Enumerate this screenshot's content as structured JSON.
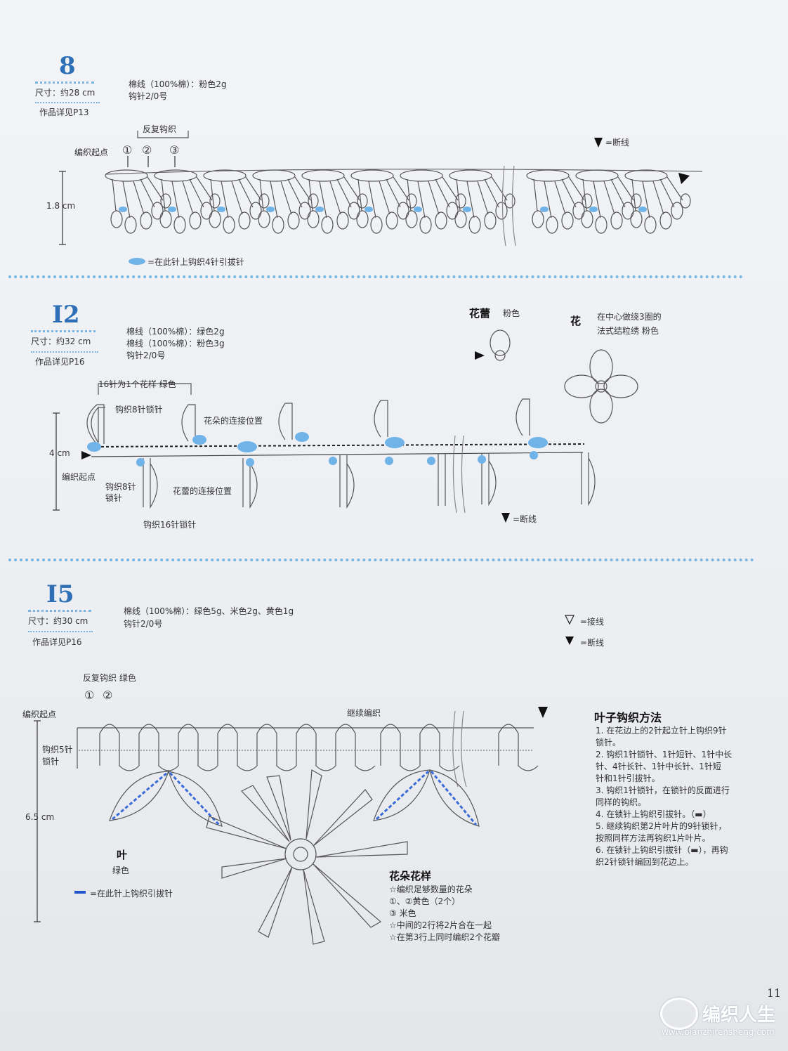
{
  "sections": [
    {
      "number": "8",
      "size": "尺寸：约28 cm",
      "detail": "作品详见P13",
      "materials": [
        "棉线（100%棉）：粉色2g",
        "钩针2/0号"
      ],
      "repeat": "反复钩织",
      "circles": [
        "①",
        "②",
        "③"
      ],
      "start": "编织起点",
      "height": "1.8 cm",
      "legend_end": "=断线",
      "legend_slip": "=在此针上钩织4针引拔针"
    },
    {
      "number": "I2",
      "size": "尺寸：约32 cm",
      "detail": "作品详见P16",
      "materials": [
        "棉线（100%棉）：绿色2g",
        "棉线（100%棉）：粉色3g",
        "钩针2/0号"
      ],
      "bud_title": "花蕾",
      "bud_color": "粉色",
      "flower_title": "花",
      "flower_desc": [
        "在中心做绕3圈的",
        "法式结粒绣   粉色"
      ],
      "pattern": "16针为1个花样   绿色",
      "chain8_top": "钩织8针锁针",
      "flower_link": "花朵的连接位置",
      "height": "4 cm",
      "start": "编织起点",
      "chain8_bottom": [
        "钩织8针",
        "锁针"
      ],
      "bud_link": "花蕾的连接位置",
      "chain16": "钩织16针锁针",
      "legend_end": "=断线"
    },
    {
      "number": "I5",
      "size": "尺寸：约30 cm",
      "detail": "作品详见P16",
      "materials": [
        "棉线（100%棉）：绿色5g、米色2g、黄色1g",
        "钩针2/0号"
      ],
      "legend_join": "=接线",
      "legend_end": "=断线",
      "repeat": "反复钩织   绿色",
      "circles": [
        "①",
        "②"
      ],
      "start": "编织起点",
      "continue": "继续编织",
      "chain5": [
        "钩织5针",
        "锁针"
      ],
      "height": "6.5 cm",
      "leaf_label": "叶",
      "leaf_color": "绿色",
      "legend_slip": "=在此针上钩织引拔针",
      "flower_title": "花朵花样",
      "flower_notes": [
        "☆编织足够数量的花朵",
        "①、②黄色（2个）",
        "③   米色",
        "☆中间的2行将2片合在一起",
        "☆在第3行上同时编织2个花瓣"
      ],
      "leaf_method_title": "叶子钩织方法",
      "leaf_steps": [
        "1. 在花边上的2针起立针上钩织9针",
        "    锁针。",
        "2. 钩织1针锁针、1针短针、1针中长",
        "    针、4针长针、1针中长针、1针短",
        "    针和1针引拔针。",
        "3. 钩织1针锁针，在锁针的反面进行",
        "    同样的钩织。",
        "4. 在锁针上钩织引拔针。（▬）",
        "5. 继续钩织第2片叶片的9针锁针，",
        "    按照同样方法再钩织1片叶片。",
        "6. 在锁针上钩织引拔针（▬），再钩",
        "    织2针锁针编回到花边上。"
      ]
    }
  ],
  "page_number": "11",
  "watermark": {
    "name": "编织人生",
    "url": "www.bianzhirensheng.com"
  },
  "colors": {
    "accent": "#2f6fb5",
    "dots": "#78b4e4",
    "blue_fill": "#6fb3e8"
  }
}
